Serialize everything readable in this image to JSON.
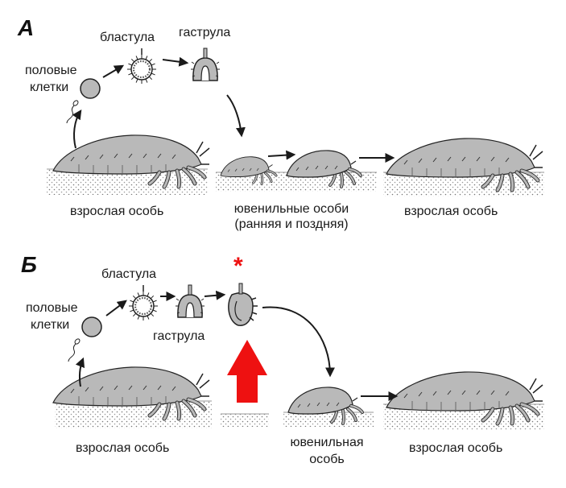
{
  "panel_a": {
    "letter": "А",
    "labels": {
      "germ_cells_line1": "половые",
      "germ_cells_line2": "клетки",
      "blastula": "бластула",
      "gastrula": "гаструла",
      "adult_left": "взрослая особь",
      "juveniles_line1": "ювенильные особи",
      "juveniles_line2": "(ранняя и поздняя)",
      "adult_right": "взрослая особь"
    }
  },
  "panel_b": {
    "letter": "Б",
    "star": "*",
    "labels": {
      "germ_cells_line1": "половые",
      "germ_cells_line2": "клетки",
      "blastula": "бластула",
      "gastrula": "гаструла",
      "adult_left": "взрослая особь",
      "juvenile_line1": "ювенильная",
      "juvenile_line2": "особь",
      "adult_right": "взрослая особь"
    }
  },
  "colors": {
    "body_fill": "#b9b9b9",
    "outline": "#222222",
    "highlight_arrow": "#ee1111",
    "star": "#ee1111"
  }
}
